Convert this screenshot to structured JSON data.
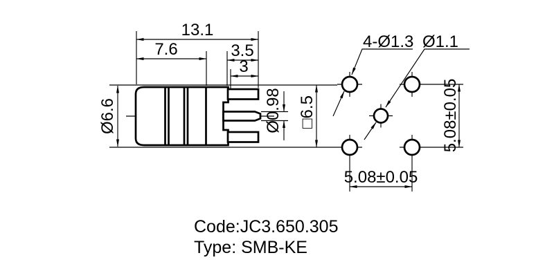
{
  "colors": {
    "line": "#000000",
    "background": "#ffffff"
  },
  "side_view": {
    "dim_total_length": "13.1",
    "dim_body_length": "7.6",
    "dim_leg_offset": "3.5",
    "dim_leg_length": "3",
    "dim_body_diameter": "Ø6.6",
    "dim_pin_diameter": "Ø0.98",
    "dim_flange_square": "□6.5"
  },
  "footprint_view": {
    "dim_corner_holes": "4-Ø1.3",
    "dim_center_hole": "Ø1.1",
    "dim_pitch_horizontal": "5.08±0.05",
    "dim_pitch_vertical": "5.08±0.05"
  },
  "notes": {
    "code": "Code:JC3.650.305",
    "type": "Type: SMB-KE"
  }
}
